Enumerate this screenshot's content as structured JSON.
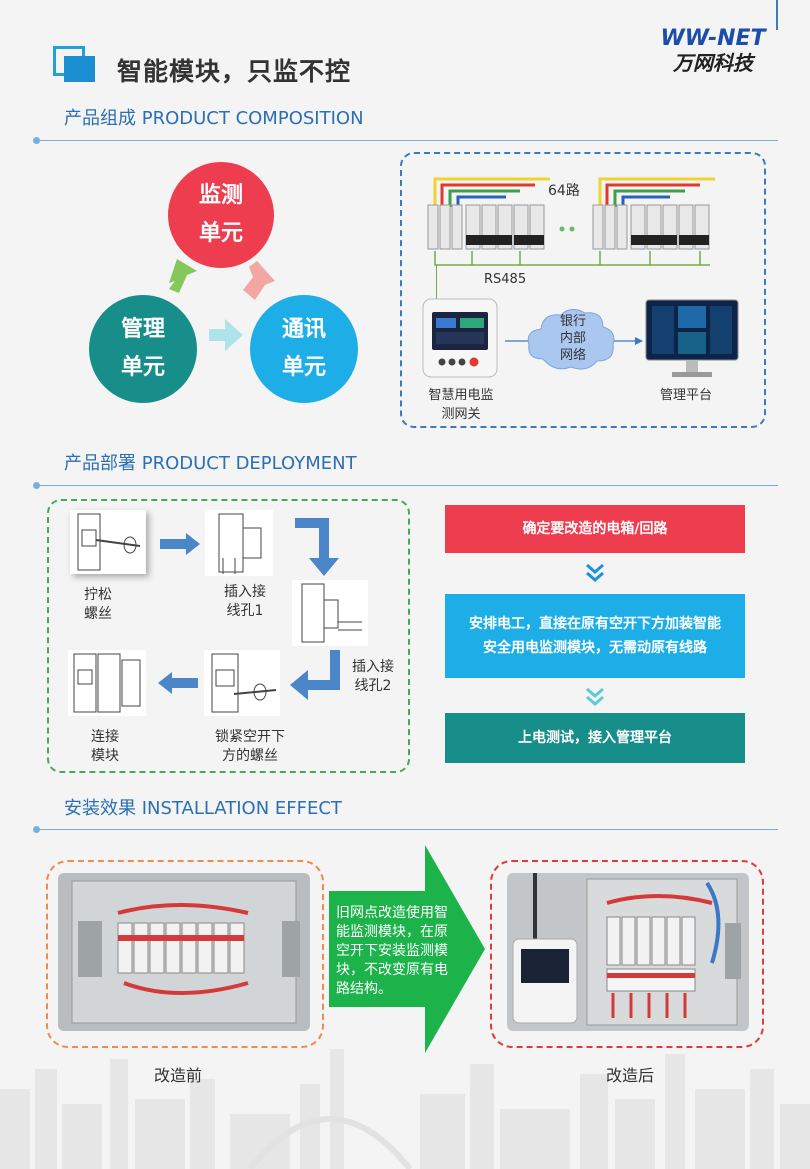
{
  "header": {
    "title": "智能模块，只监不控",
    "logo_top": "WW-NET",
    "logo_bottom": "万网科技"
  },
  "composition": {
    "section_title": "产品组成 PRODUCT COMPOSITION",
    "units": {
      "monitor": [
        "监测",
        "单元"
      ],
      "comm": [
        "通讯",
        "单元"
      ],
      "manage": [
        "管理",
        "单元"
      ]
    },
    "labels": {
      "channels": "64路",
      "bus": "RS485",
      "gateway": [
        "智慧用电监",
        "测网关"
      ],
      "cloud": [
        "银行",
        "内部",
        "网络"
      ],
      "platform": "管理平台"
    },
    "colors": {
      "monitor": "#ee3d4f",
      "comm": "#1daee8",
      "manage": "#178e8a"
    }
  },
  "deployment": {
    "section_title": "产品部署 PRODUCT DEPLOYMENT",
    "steps": {
      "loosen": [
        "拧松",
        "螺丝"
      ],
      "insert1": [
        "插入接",
        "线孔1"
      ],
      "insert2": [
        "插入接",
        "线孔2"
      ],
      "tighten": [
        "锁紧空开下",
        "方的螺丝"
      ],
      "connect": [
        "连接",
        "模块"
      ]
    },
    "flow": [
      {
        "text": [
          "确定要改造的电箱/回路"
        ],
        "color": "#ee3d4f"
      },
      {
        "text": [
          "安排电工，直接在原有空开下方加装智能",
          "安全用电监测模块，无需动原有线路"
        ],
        "color": "#1daee8"
      },
      {
        "text": [
          "上电测试，接入管理平台"
        ],
        "color": "#178e8a"
      }
    ]
  },
  "installation": {
    "section_title": "安装效果 INSTALLATION EFFECT",
    "arrow_text": [
      "旧网点改造使用智",
      "能监测模块，在原",
      "空开下安装监测模",
      "块，不改变原有电",
      "路结构。"
    ],
    "before": "改造前",
    "after": "改造后"
  }
}
